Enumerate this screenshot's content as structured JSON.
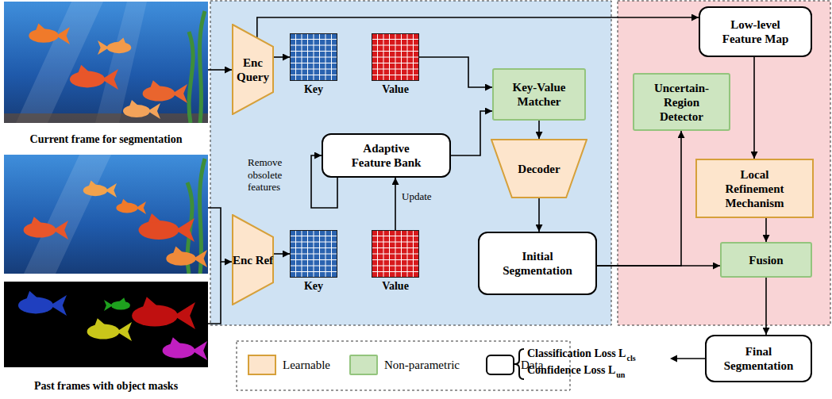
{
  "diagram": {
    "nodes": [
      {
        "text": [
          "Current frame for segmentation"
        ]
      },
      {
        "text": [
          "Past frames with object masks"
        ]
      },
      {
        "text": [
          "Enc Query"
        ]
      },
      {
        "text": [
          "Key"
        ]
      },
      {
        "text": [
          "Value"
        ]
      },
      {
        "text": [
          "Adaptive Feature Bank"
        ]
      },
      {
        "text": [
          "Enc Ref"
        ]
      },
      {
        "text": [
          "Key"
        ]
      },
      {
        "text": [
          "Value"
        ]
      },
      {
        "text": [
          "Key-Value Matcher"
        ]
      },
      {
        "text": [
          "Decoder"
        ]
      },
      {
        "text": [
          "Initial Segmentation"
        ]
      },
      {
        "text": [
          "Low-level Feature Map"
        ]
      },
      {
        "text": [
          "Uncertain-Region Detector"
        ]
      },
      {
        "text": [
          "Local Refinement Mechanism"
        ]
      },
      {
        "text": [
          "Fusion"
        ]
      },
      {
        "text": [
          "Final Segmentation"
        ]
      }
    ],
    "edges": [
      {
        "from": 0,
        "to": 2,
        "arrow": "to"
      },
      {
        "from": 1,
        "to": 6,
        "arrow": "to"
      },
      {
        "from": 2,
        "to": 3,
        "arrow": "to"
      },
      {
        "from": 2,
        "to": 12,
        "arrow": "to"
      },
      {
        "from": 4,
        "to": 9,
        "arrow": "to"
      },
      {
        "from": 6,
        "to": 7,
        "arrow": "to"
      },
      {
        "from": 8,
        "to": 5,
        "arrow": "to",
        "label": "Update"
      },
      {
        "from": 5,
        "to": 5,
        "arrow": "to",
        "label": "Remove obsolete features"
      },
      {
        "from": 5,
        "to": 9,
        "arrow": "to"
      },
      {
        "from": 9,
        "to": 10,
        "arrow": "to"
      },
      {
        "from": 10,
        "to": 11,
        "arrow": "to"
      },
      {
        "from": 11,
        "to": 13,
        "arrow": "to"
      },
      {
        "from": 11,
        "to": 15,
        "arrow": "to"
      },
      {
        "from": 12,
        "to": 14,
        "arrow": "to"
      },
      {
        "from": 14,
        "to": 15,
        "arrow": "to"
      },
      {
        "from": 15,
        "to": 16,
        "arrow": "to"
      }
    ],
    "labels": [
      "Classification Loss L",
      "cls",
      "Confidence Loss L",
      "un"
    ],
    "legend": [
      {
        "text": "Learnable",
        "color": "#fde5cc"
      },
      {
        "text": "Non-parametric",
        "color": "#cde5c0"
      },
      {
        "text": "Data",
        "color": "#ffffff"
      }
    ]
  }
}
